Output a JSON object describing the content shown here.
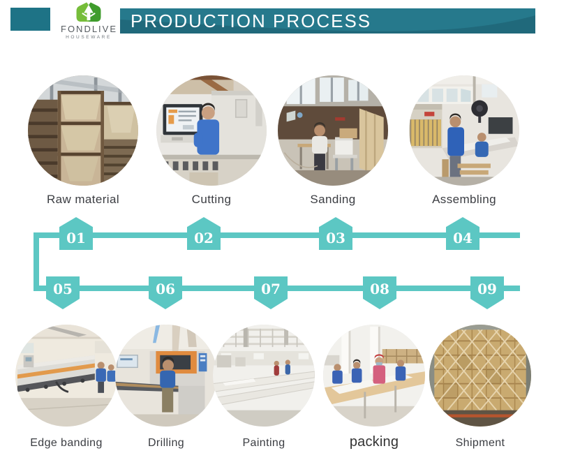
{
  "header": {
    "brand": "FONDLIVE",
    "brand_sub": "HOUSEWARE",
    "title": "PRODUCTION PROCESS"
  },
  "colors": {
    "banner_teal": "#26798c",
    "banner_teal_dark": "#1e6e80",
    "flow_teal": "#5cc7c3",
    "logo_green_light": "#76bd3a",
    "logo_green_dark": "#3f9c2c",
    "label_gray": "#3b3d42",
    "accent_rect_teal": "#1e7386"
  },
  "steps": [
    {
      "number": "01",
      "label": "Raw material"
    },
    {
      "number": "02",
      "label": "Cutting"
    },
    {
      "number": "03",
      "label": "Sanding"
    },
    {
      "number": "04",
      "label": "Assembling"
    },
    {
      "number": "05",
      "label": "Edge banding"
    },
    {
      "number": "06",
      "label": "Drilling"
    },
    {
      "number": "07",
      "label": "Painting"
    },
    {
      "number": "08",
      "label": "packing"
    },
    {
      "number": "09",
      "label": "Shipment"
    }
  ]
}
